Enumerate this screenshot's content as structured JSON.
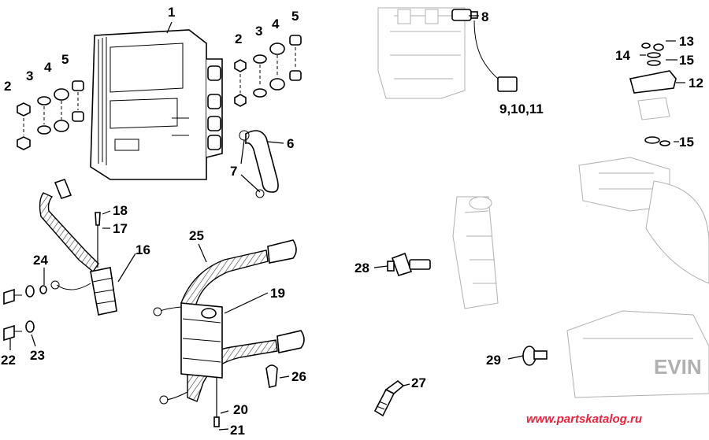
{
  "callouts": {
    "c1": "1",
    "c2a": "2",
    "c3a": "3",
    "c4a": "4",
    "c5a": "5",
    "c2b": "2",
    "c3b": "3",
    "c4b": "4",
    "c5b": "5",
    "c6": "6",
    "c7": "7",
    "c8": "8",
    "c9_11": "9,10,11",
    "c12": "12",
    "c13": "13",
    "c14": "14",
    "c15a": "15",
    "c15b": "15",
    "c16": "16",
    "c17": "17",
    "c18": "18",
    "c19": "19",
    "c20": "20",
    "c21": "21",
    "c22": "22",
    "c23": "23",
    "c24": "24",
    "c25": "25",
    "c26": "26",
    "c27": "27",
    "c28": "28",
    "c29": "29"
  },
  "watermark": {
    "text": "www.partskatalog.ru",
    "color": "#e8233a"
  },
  "engine_label": "EVIN"
}
